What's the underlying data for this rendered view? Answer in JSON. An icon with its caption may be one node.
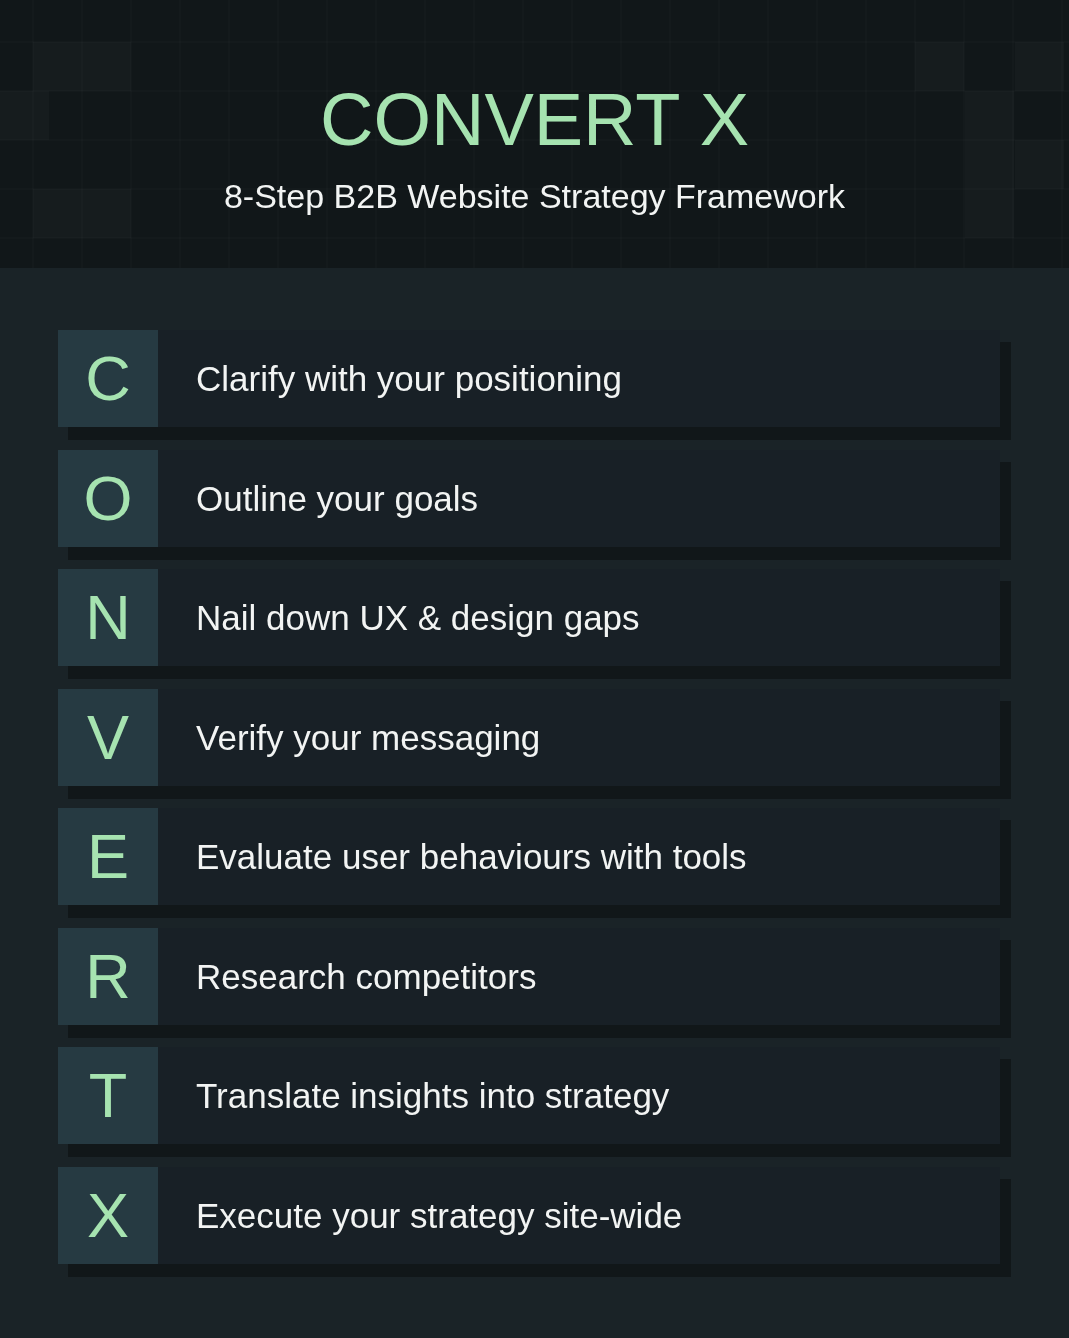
{
  "diagram": {
    "title": "CONVERT X",
    "nodes": [
      {
        "text": [
          "Clarify with your positioning"
        ]
      },
      {
        "text": [
          "C"
        ],
        "in": 0
      },
      {
        "text": [
          "Outline your goals"
        ]
      },
      {
        "text": [
          "O"
        ],
        "in": 2
      },
      {
        "text": [
          "Nail down UX & design gaps"
        ]
      },
      {
        "text": [
          "N"
        ],
        "in": 4
      },
      {
        "text": [
          "Verify your messaging"
        ]
      },
      {
        "text": [
          "V"
        ],
        "in": 6
      },
      {
        "text": [
          "Evaluate user behaviours with tools"
        ]
      },
      {
        "text": [
          "E"
        ],
        "in": 8
      },
      {
        "text": [
          "Research competitors"
        ]
      },
      {
        "text": [
          "R"
        ],
        "in": 10
      },
      {
        "text": [
          "Translate insights into strategy"
        ]
      },
      {
        "text": [
          "T"
        ],
        "in": 12
      },
      {
        "text": [
          "Execute your strategy site-wide"
        ]
      },
      {
        "text": [
          "X"
        ],
        "in": 14
      }
    ],
    "labels": [
      "8-Step B2B Website Strategy Framework"
    ]
  }
}
